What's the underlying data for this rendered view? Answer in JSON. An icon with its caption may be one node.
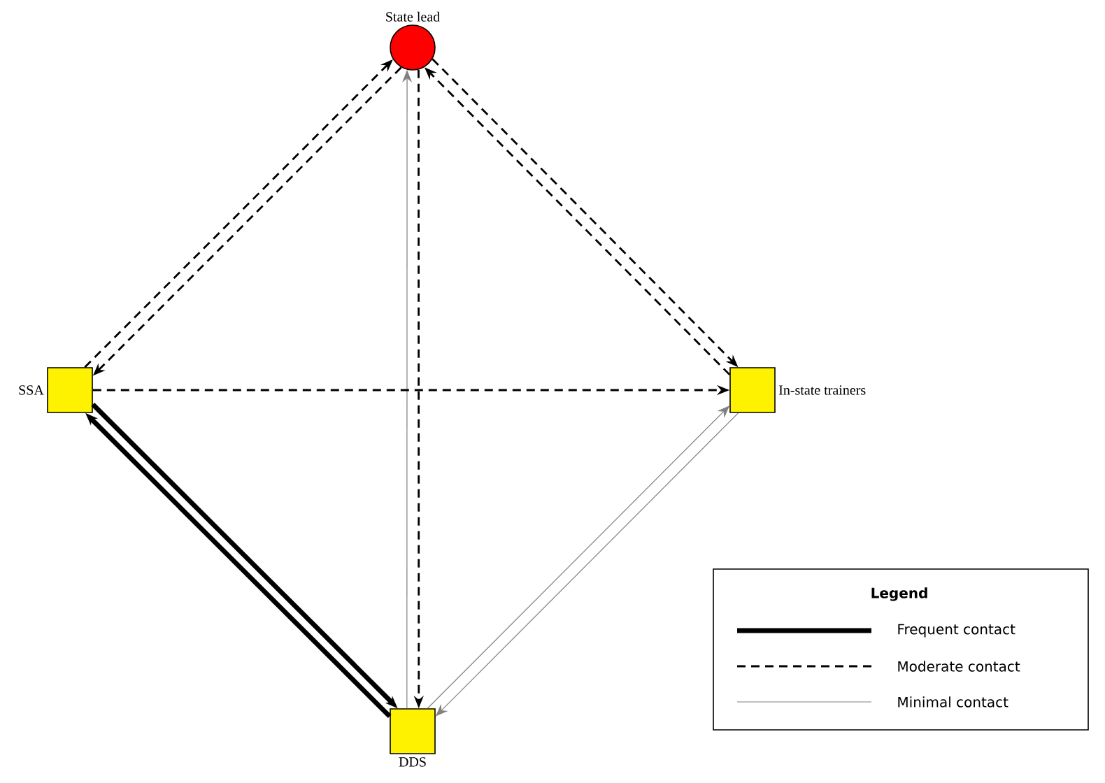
{
  "diagram": {
    "nodes": [
      {
        "text": [
          "State lead"
        ]
      },
      {
        "text": [
          "SSA"
        ]
      },
      {
        "text": [
          "In-state trainers"
        ]
      },
      {
        "text": [
          "DDS"
        ]
      }
    ],
    "edges": [
      {
        "from": 1,
        "to": 0,
        "arrow": "to",
        "style": "dashed"
      },
      {
        "from": 0,
        "to": 1,
        "arrow": "to",
        "style": "dashed"
      },
      {
        "from": 0,
        "to": 2,
        "arrow": "to",
        "style": "dashed"
      },
      {
        "from": 2,
        "to": 0,
        "arrow": "to",
        "style": "dashed"
      },
      {
        "from": 3,
        "to": 0,
        "arrow": "to",
        "color": "#808080"
      },
      {
        "from": 0,
        "to": 3,
        "arrow": "to",
        "style": "dashed"
      },
      {
        "from": 1,
        "to": 2,
        "arrow": "to",
        "style": "dashed"
      },
      {
        "from": 1,
        "to": 3,
        "arrow": "to",
        "style": "thick"
      },
      {
        "from": 3,
        "to": 1,
        "arrow": "to",
        "style": "thick"
      },
      {
        "from": 2,
        "to": 3,
        "arrow": "to",
        "color": "#808080"
      },
      {
        "from": 3,
        "to": 2,
        "arrow": "to",
        "color": "#808080"
      }
    ],
    "labels": [
      "Legend"
    ],
    "legend": [
      {
        "text": "Frequent contact"
      },
      {
        "text": "Moderate contact"
      },
      {
        "text": "Minimal contact"
      }
    ]
  }
}
